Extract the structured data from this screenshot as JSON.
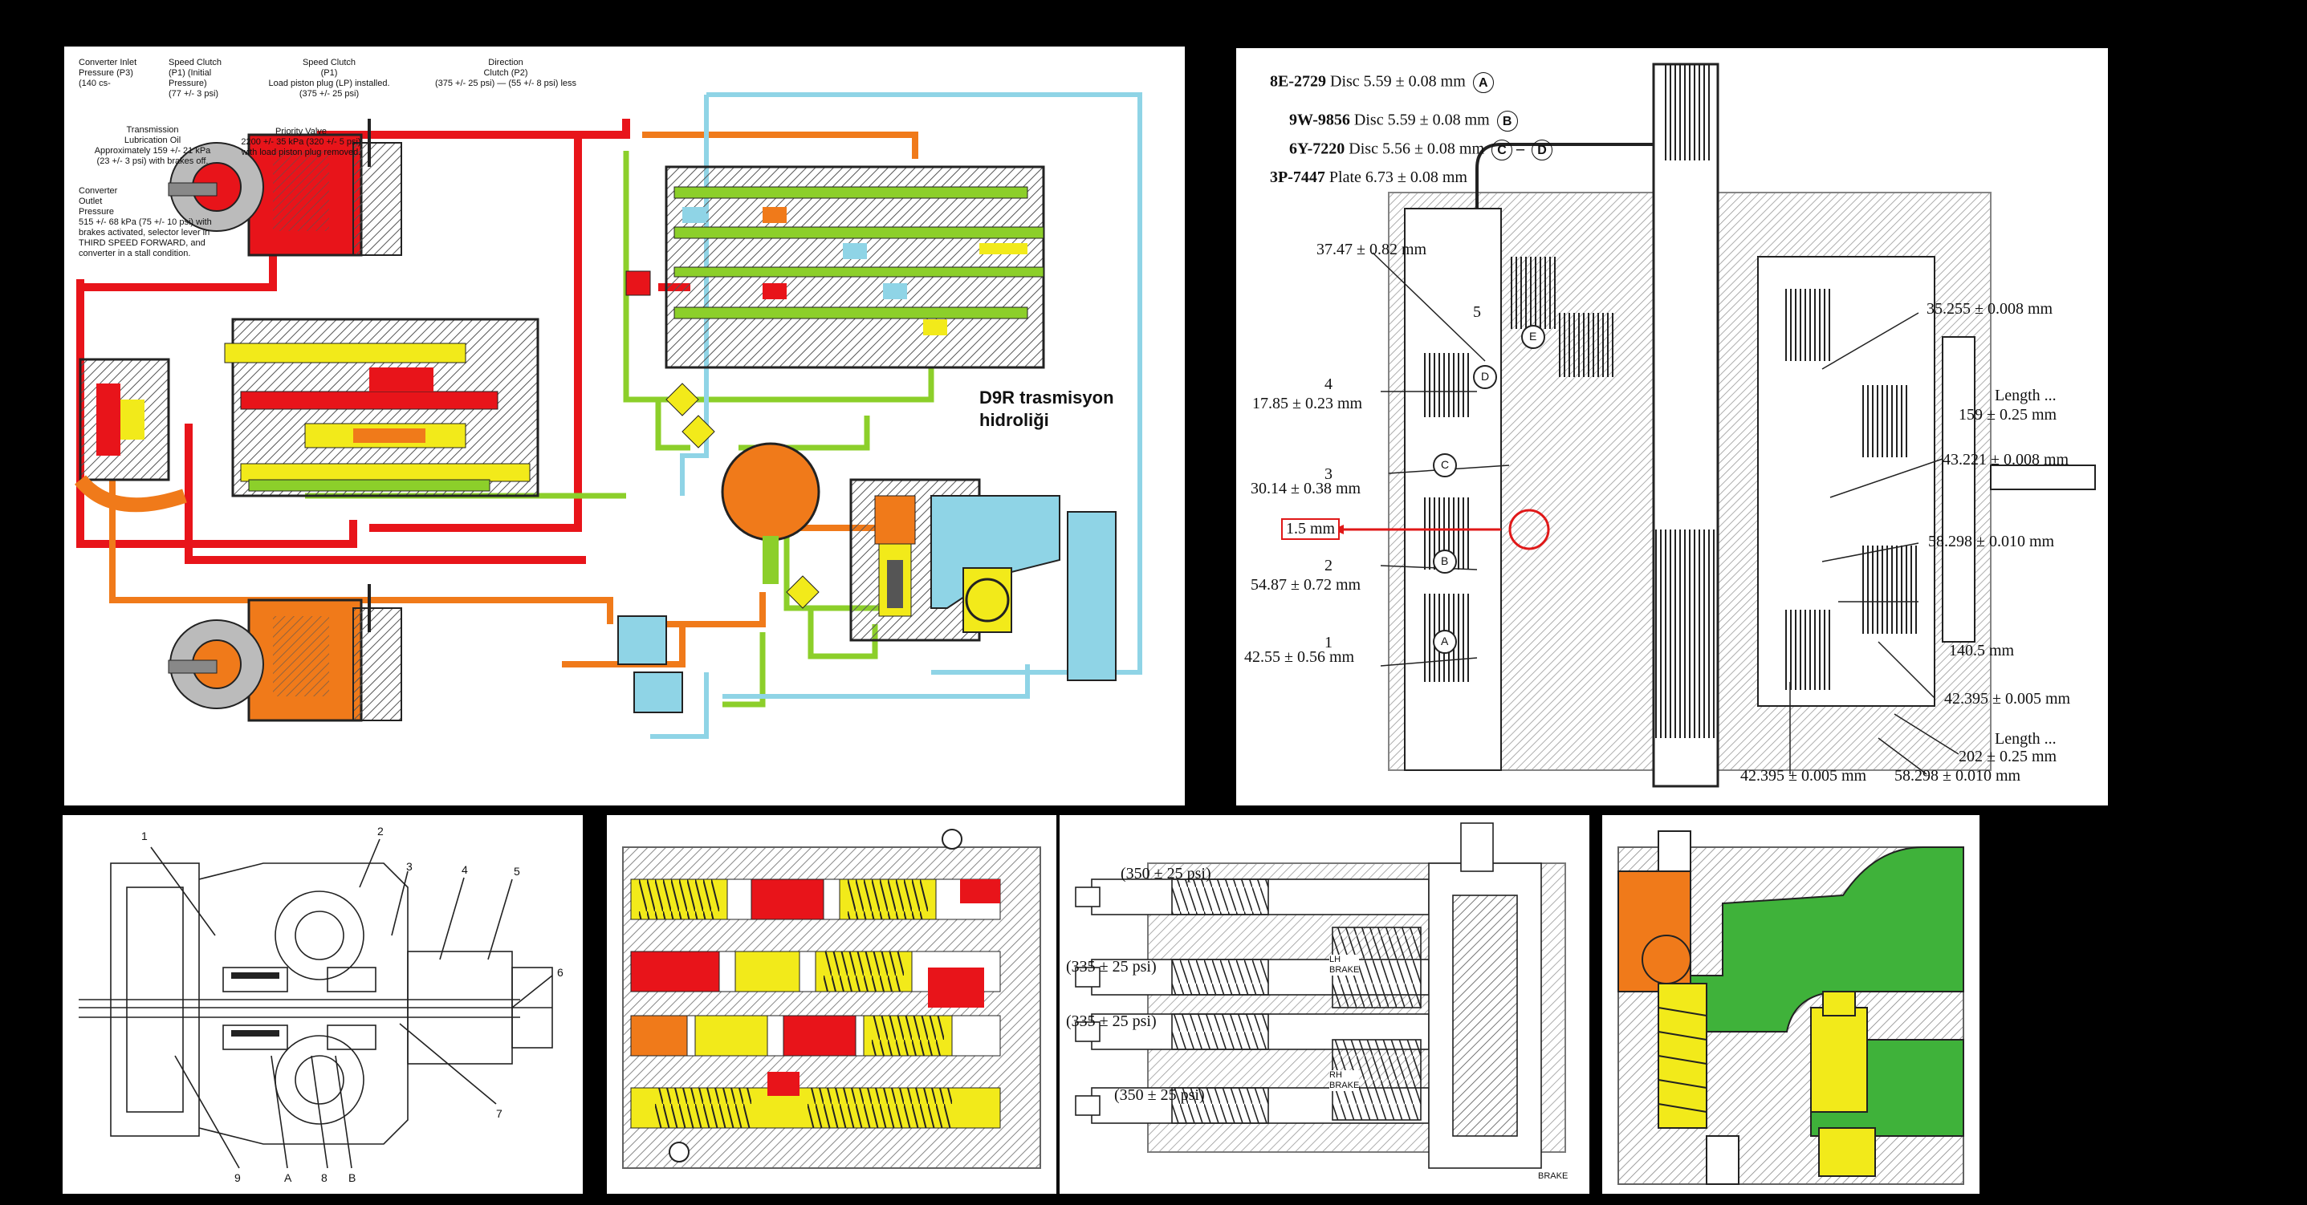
{
  "panel_main": {
    "labels": {
      "converter_inlet": "Converter Inlet\nPressure (P3)\n(140 cs-",
      "speed_clutch_initial": "Speed Clutch\n(P1) (Initial\nPressure)\n(77 +/- 3 psi)",
      "speed_clutch_p1": "Speed Clutch\n(P1)\nLoad piston plug (LP) installed.\n(375 +/- 25 psi)",
      "direction_clutch": "Direction\nClutch (P2)\n(375 +/- 25 psi) — (55 +/- 8 psi) less",
      "lubrication": "Transmission\nLubrication Oil\nApproximately 159 +/- 21 kPa\n(23 +/- 3 psi) with brakes off.",
      "priority_valve": "Priority Valve\n2200 +/- 35 kPa (320 +/- 5 psi)\nwith load piston plug removed.",
      "converter_outlet": "Converter\nOutlet\nPressure\n515 +/- 68 kPa (75 +/- 10 psi) with\nbrakes activated, selector lever in\nTHIRD SPEED FORWARD, and\nconverter in a stall condition.",
      "title": "D9R trasmisyon\nhidroliği"
    }
  },
  "panel_spec": {
    "rows": [
      {
        "part": "8E-2729",
        "kind": "Disc",
        "value": "5.59 ± 0.08 mm",
        "badge": "A",
        "badge2": ""
      },
      {
        "part": "9W-9856",
        "kind": "Disc",
        "value": "5.59 ± 0.08 mm",
        "badge": "B",
        "badge2": ""
      },
      {
        "part": "6Y-7220",
        "kind": "Disc",
        "value": "5.56 ± 0.08 mm",
        "badge": "C",
        "badge2": "D"
      },
      {
        "part": "3P-7447",
        "kind": "Plate",
        "value": "6.73 ± 0.08 mm",
        "badge": "",
        "badge2": ""
      }
    ],
    "callouts": {
      "c37": "37.47 ± 0.82 mm",
      "n5": "5",
      "n4": "4",
      "c17": "17.85 ± 0.23 mm",
      "n3": "3",
      "c30": "30.14 ± 0.38 mm",
      "c15": "1.5 mm",
      "n2": "2",
      "c54": "54.87 ± 0.72 mm",
      "n1": "1",
      "c42": "42.55 ± 0.56 mm",
      "c35": "35.255 ± 0.008 mm",
      "len1": "Length ...",
      "c159": "159 ± 0.25 mm",
      "c43": "43.221 ± 0.008 mm",
      "c58a": "58.298 ± 0.010 mm",
      "c140": "140.5 mm",
      "c42r": "42.395 ± 0.005 mm",
      "len2": "Length ...",
      "c202": "202 ± 0.25 mm",
      "c42b": "42.395 ± 0.005 mm",
      "c58b": "58.298 ± 0.010 mm"
    },
    "markers": {
      "A": "A",
      "B": "B",
      "C": "C",
      "D": "D",
      "E": "E"
    }
  },
  "panel_section": {
    "numbers": [
      "1",
      "2",
      "3",
      "4",
      "5",
      "6",
      "7",
      "8",
      "9",
      "A",
      "B"
    ]
  },
  "panel_brakes": {
    "pressures": [
      "(350 ± 25 psi)",
      "(335 ± 25 psi)",
      "(335 ± 25 psi)",
      "(350 ± 25 psi)"
    ],
    "lh_brake": "LH\nBRAKE",
    "rh_brake": "RH\nBRAKE",
    "brake_bottom": "BRAKE"
  },
  "colors": {
    "red": "#e8141a",
    "orange": "#f07a1a",
    "yellow": "#f2ea1a",
    "green": "#8ccf2a",
    "blue": "#8fd4e6",
    "dark": "#222222",
    "callout_red": "#e01818",
    "hatch": "#555555"
  }
}
